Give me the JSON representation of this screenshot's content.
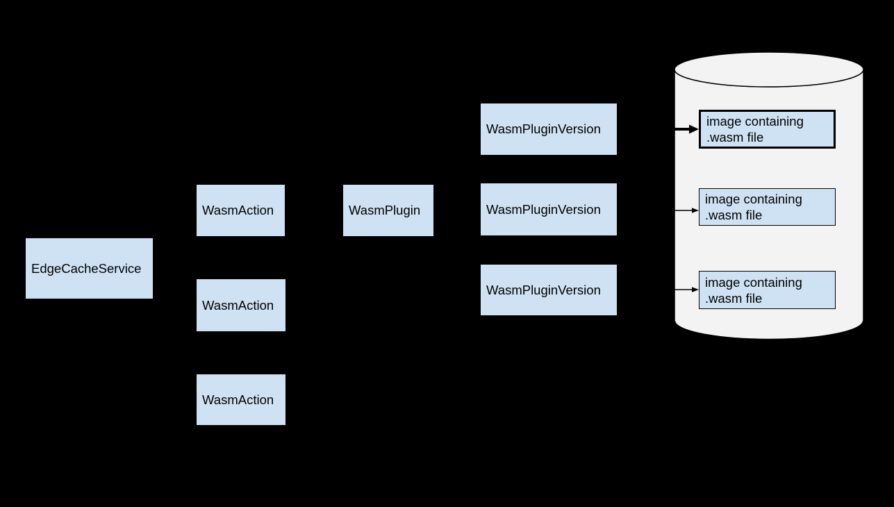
{
  "colors": {
    "background": "#000000",
    "node_fill": "#cfe2f3",
    "node_text": "#000000",
    "cylinder_fill": "#f3f3f3",
    "stroke": "#000000"
  },
  "nodes": {
    "edge_cache_service": {
      "label": "EdgeCacheService"
    },
    "wasm_action_1": {
      "label": "WasmAction"
    },
    "wasm_action_2": {
      "label": "WasmAction"
    },
    "wasm_action_3": {
      "label": "WasmAction"
    },
    "wasm_plugin": {
      "label": "WasmPlugin"
    },
    "wasm_plugin_version_1": {
      "label": "WasmPluginVersion"
    },
    "wasm_plugin_version_2": {
      "label": "WasmPluginVersion"
    },
    "wasm_plugin_version_3": {
      "label": "WasmPluginVersion"
    }
  },
  "registry": {
    "images": [
      {
        "label": "image containing\n.wasm file",
        "emphasized": true
      },
      {
        "label": "image containing\n.wasm file",
        "emphasized": false
      },
      {
        "label": "image containing\n.wasm file",
        "emphasized": false
      }
    ]
  }
}
